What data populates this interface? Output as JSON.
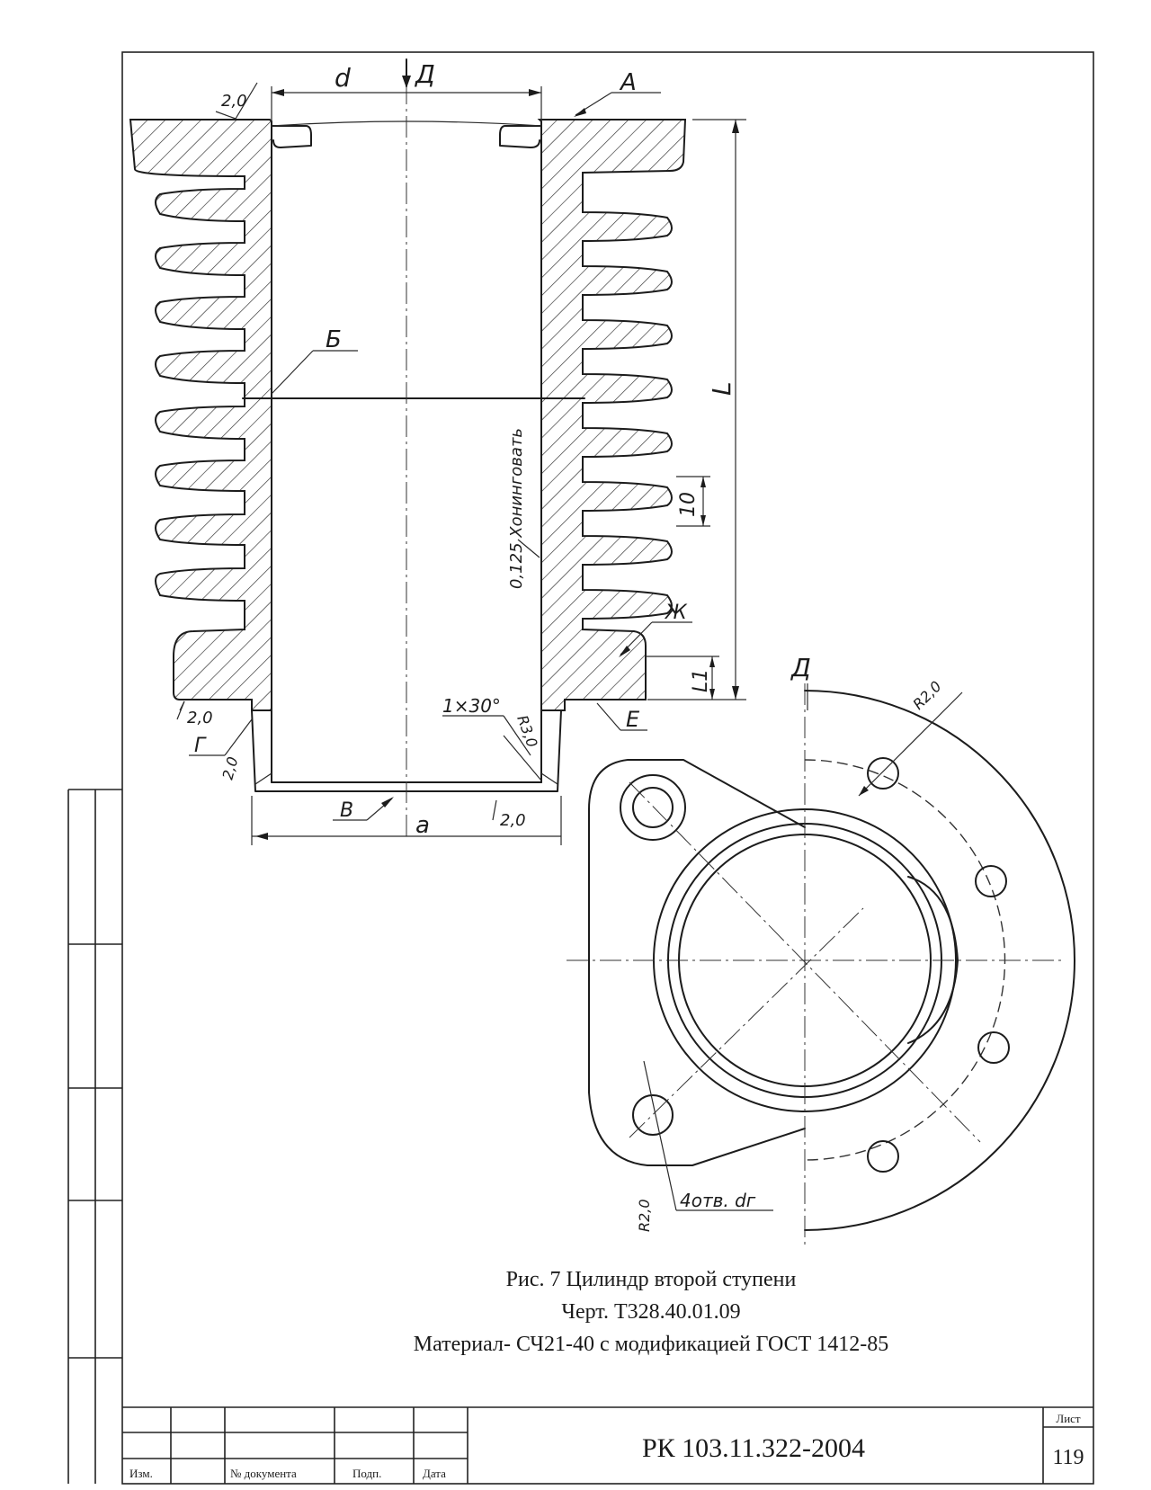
{
  "caption": {
    "line1": "Рис. 7  Цилиндр второй ступени",
    "line2": "Черт. Т328.40.01.09",
    "line3": "Материал- СЧ21-40 с модификацией ГОСТ 1412-85"
  },
  "title_block": {
    "document_code": "РК 103.11.322-2004",
    "sheet_label": "Лист",
    "sheet_number": "119",
    "columns": [
      "Изм.",
      "№ документа",
      "Подп.",
      "Дата"
    ]
  },
  "drawing_labels": {
    "dim_d_top": "d",
    "view_arrow_top": "Д",
    "view_label_side": "Д",
    "label_a": "А",
    "label_b": "Б",
    "label_v": "В",
    "label_g": "Г",
    "label_e": "Е",
    "label_zh": "Ж",
    "dim_a_bottom": "a",
    "dim_L": "L",
    "dim_L1": "L1",
    "dim_10": "10",
    "rough_top": "2,0",
    "rough_bottom": "2,0",
    "rough_left_1": "2,0",
    "rough_left_2": "2,0",
    "chamfer": "1×30°",
    "radius_small": "R3,0",
    "honing_note": "0,125 Хонинговать",
    "radius_flange": "R2,0",
    "radius_lower": "R2,0",
    "holes_note": "4отв. dг"
  }
}
